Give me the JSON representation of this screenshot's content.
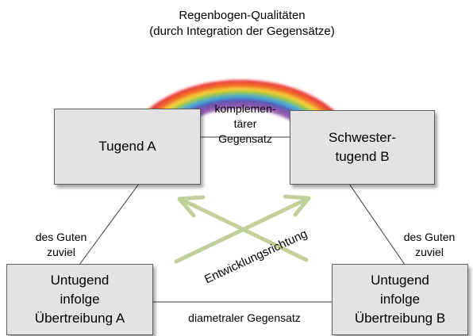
{
  "title": {
    "line1": "Regenbogen-Qualitäten",
    "line2": "(durch Integration der Gegensätze)"
  },
  "boxes": {
    "top_left": "Tugend A",
    "top_right": "Schwester-\ntugend B",
    "bottom_left": "Untugend\ninfolge\nÜbertreibung A",
    "bottom_right": "Untugend\ninfolge\nÜbertreibung B"
  },
  "labels": {
    "complementary": "komplemen-\ntärer\nGegensatz",
    "left_edge": "des Guten\nzuviel",
    "right_edge": "des Guten\nzuviel",
    "diametral": "diametraler Gegensatz",
    "direction": "Entwicklungsrichtung"
  },
  "colors": {
    "box_fill": "#e3e3e3",
    "arrow": "#c3cf9b",
    "rainbow": [
      "#e8141b",
      "#f2761c",
      "#f5d330",
      "#7ec246",
      "#3aa0df",
      "#4b4fb5",
      "#8a4ea8"
    ]
  }
}
